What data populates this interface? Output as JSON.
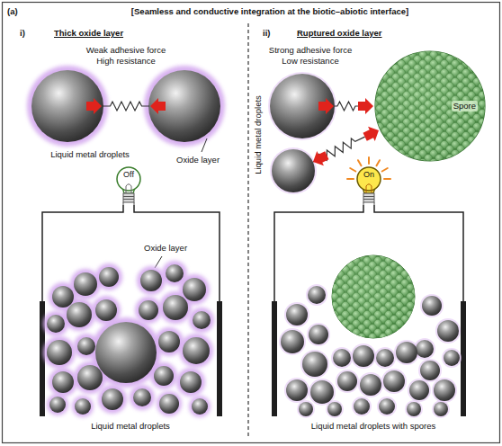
{
  "diagram": {
    "title": "[Seamless and conductive integration at the biotic–abiotic interface]",
    "nodes": [
      {
        "text": [
          "Off"
        ]
      },
      {
        "text": [
          "Spore"
        ]
      },
      {
        "text": [
          "On"
        ]
      }
    ],
    "labels": [
      "(a)",
      "i)",
      "Thick oxide layer",
      "Weak adhesive force",
      "High resistance",
      "Liquid metal droplets",
      "Oxide layer",
      "Oxide layer",
      "Liquid metal droplets",
      "ii)",
      "Ruptured oxide layer",
      "Strong adhesive force",
      "Low resistance",
      "Liquid metal droplets",
      "Liquid metal droplets with spores"
    ]
  }
}
